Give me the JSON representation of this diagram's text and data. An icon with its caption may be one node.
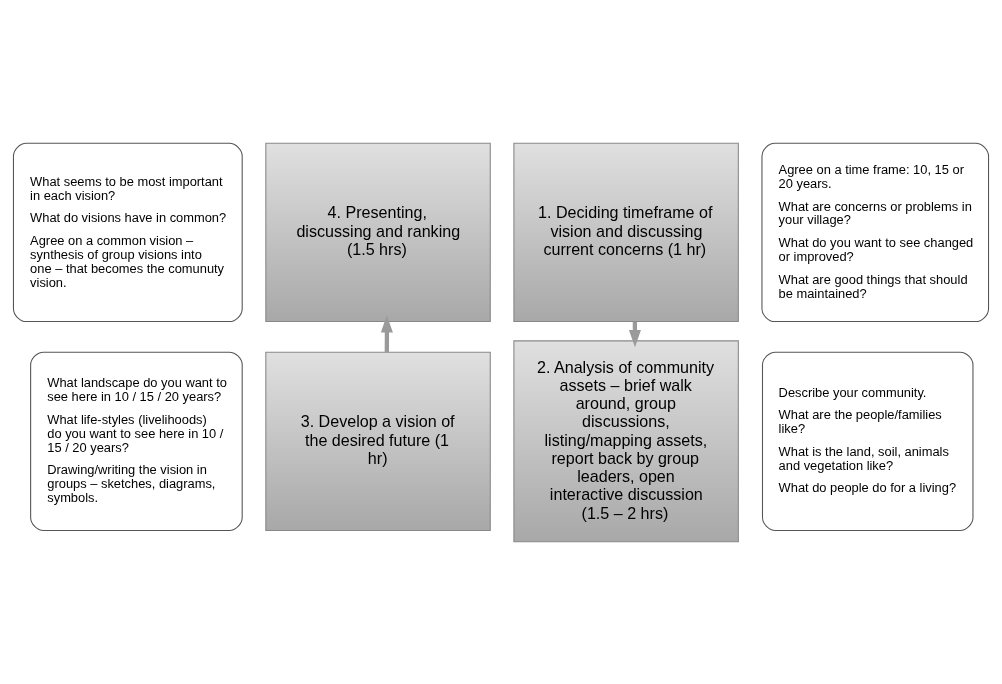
{
  "diagram": {
    "nodes": [
      {
        "text": [
          "What seems to be most important in each vision?",
          "What do visions have in common?",
          "Agree on a common vision – synthesis of group visions into one – that becomes the comunuty vision."
        ]
      },
      {
        "text": [
          "Agree on a time frame: 10, 15 or 20 years.",
          "What are concerns or problems in your village?",
          "What do you want to see changed or improved?",
          "What are good things that should be maintained?"
        ]
      },
      {
        "text": [
          "4. Presenting, discussing and ranking (1.5 hrs)"
        ]
      },
      {
        "text": [
          "1. Deciding timeframe of vision and discussing current concerns (1 hr)"
        ]
      },
      {
        "text": [
          "3. Develop a vision of the desired future (1 hr)"
        ]
      },
      {
        "text": [
          "2. Analysis of community assets – brief walk around, group discussions, listing/mapping assets, report back by group leaders, open interactive discussion (1.5 – 2 hrs)"
        ]
      },
      {
        "text": [
          "What landscape do you want to see here in 10 / 15 / 20 years?",
          "What life-styles (livelihoods) do you want to see here in 10 / 15 / 20 years?",
          "Drawing/writing the vision in groups – sketches, diagrams, symbols."
        ]
      },
      {
        "text": [
          "Describe your community.",
          "What are the people/families like?",
          "What is the land, soil, animals and vegetation like?",
          "What do people do for a living?"
        ]
      }
    ],
    "edges": [
      {
        "from": 3,
        "to": 5,
        "arrow": "to"
      },
      {
        "from": 4,
        "to": 2,
        "arrow": "to"
      }
    ]
  }
}
